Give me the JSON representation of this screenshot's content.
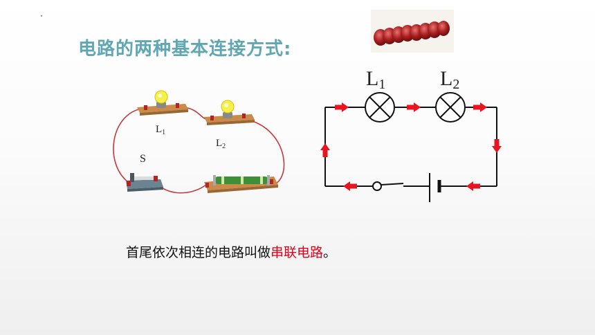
{
  "title": "电路的两种基本连接方式:",
  "photo_labels": {
    "l1_base": "L",
    "l1_sub": "1",
    "l2_base": "L",
    "l2_sub": "2",
    "switch": "S"
  },
  "schematic_labels": {
    "l1_base": "L",
    "l1_sub": "1",
    "l2_base": "L",
    "l2_sub": "2"
  },
  "caption": {
    "prefix": "首尾依次相连的电路叫做",
    "highlight": "串联电路",
    "suffix": "。"
  },
  "colors": {
    "title": "#5fa7b3",
    "highlight": "#e2001a",
    "arrow": "#e8141f",
    "wire": "#c8383a"
  },
  "icons": [
    "bead-string-image",
    "bulb-icon",
    "switch-icon",
    "battery-holder-icon",
    "current-arrow-icon",
    "lamp-symbol-icon",
    "battery-symbol-icon"
  ]
}
